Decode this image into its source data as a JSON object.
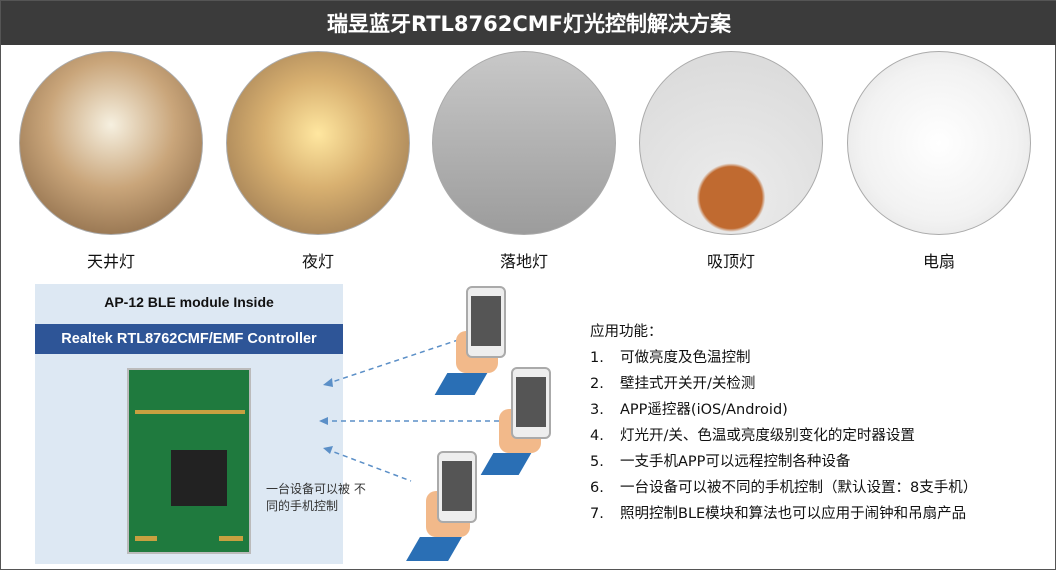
{
  "title": "瑞昱蓝牙RTL8762CMF灯光控制解决方案",
  "products": [
    {
      "label": "天井灯",
      "color": "#c9a57a"
    },
    {
      "label": "夜灯",
      "color": "#d8b070"
    },
    {
      "label": "落地灯",
      "color": "#b5b5b5"
    },
    {
      "label": "吸顶灯",
      "color": "#e5e5e5"
    },
    {
      "label": "电扇",
      "color": "#f2f2f2"
    }
  ],
  "module": {
    "title": "AP-12 BLE module Inside",
    "controller": "Realtek RTL8762CMF/EMF Controller",
    "multi_control_note": "一台设备可以被 不同的手机控制"
  },
  "features": {
    "heading": "应用功能：",
    "items": [
      {
        "num": "1.",
        "text": "可做亮度及色温控制"
      },
      {
        "num": "2.",
        "text": "壁挂式开关开/关检测"
      },
      {
        "num": "3.",
        "text": "APP遥控器(iOS/Android)"
      },
      {
        "num": "4.",
        "text": "灯光开/关、色温或亮度级别变化的定时器设置"
      },
      {
        "num": "5.",
        "text": "一支手机APP可以远程控制各种设备"
      },
      {
        "num": "6.",
        "text": "一台设备可以被不同的手机控制（默认设置：8支手机）"
      },
      {
        "num": "7.",
        "text": "照明控制BLE模块和算法也可以应用于闹钟和吊扇产品"
      }
    ]
  }
}
